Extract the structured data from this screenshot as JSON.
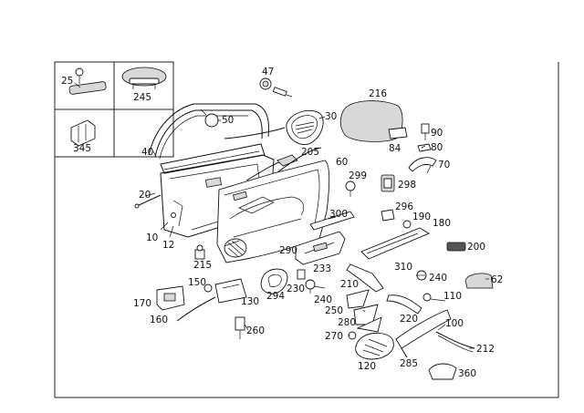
{
  "colors": {
    "line": "#111111",
    "background": "#ffffff",
    "shade": "#d8d8d8"
  },
  "inset_labels": {
    "a": "25",
    "b": "245",
    "c": "345"
  },
  "callouts": [
    "47",
    "50",
    "216",
    "30",
    "40",
    "90",
    "84",
    "80",
    "70",
    "205",
    "60",
    "299",
    "298",
    "20",
    "296",
    "190",
    "180",
    "300",
    "10",
    "12",
    "290",
    "200",
    "215",
    "310",
    "233",
    "240",
    "62",
    "150",
    "294",
    "230",
    "210",
    "170",
    "130",
    "240",
    "110",
    "250",
    "160",
    "280",
    "220",
    "260",
    "100",
    "270",
    "212",
    "120",
    "285",
    "360"
  ]
}
